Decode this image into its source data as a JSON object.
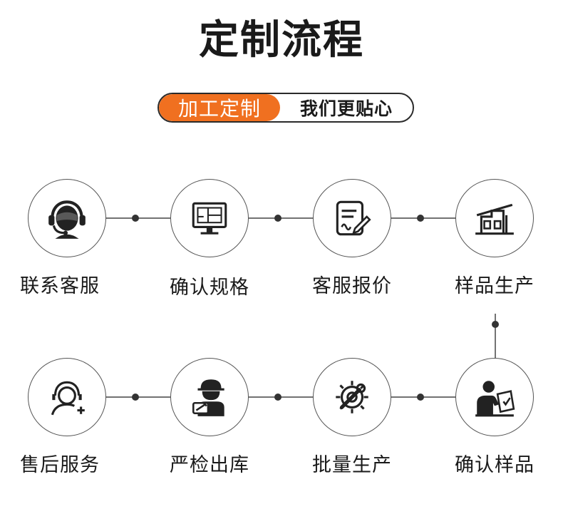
{
  "header": {
    "title": "定制流程",
    "pill_highlight": "加工定制",
    "pill_text": "我们更贴心"
  },
  "steps": [
    {
      "label": "联系客服",
      "icon": "headset-icon"
    },
    {
      "label": "确认规格",
      "icon": "blueprint-monitor-icon"
    },
    {
      "label": "客服报价",
      "icon": "quote-document-icon"
    },
    {
      "label": "样品生产",
      "icon": "factory-icon"
    },
    {
      "label": "确认样品",
      "icon": "person-checking-icon"
    },
    {
      "label": "批量生产",
      "icon": "gear-wrench-icon"
    },
    {
      "label": "严检出库",
      "icon": "worker-icon"
    },
    {
      "label": "售后服务",
      "icon": "customer-service-add-icon"
    }
  ]
}
